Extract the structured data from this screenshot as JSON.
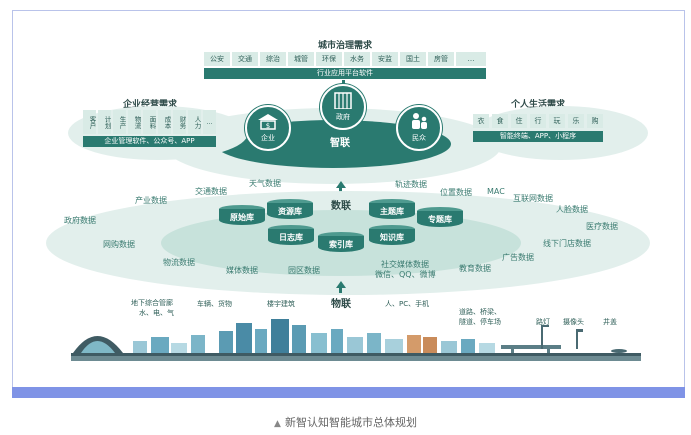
{
  "top": {
    "title": "城市治理需求",
    "cells": [
      "公安",
      "交通",
      "综治",
      "城管",
      "环保",
      "水务",
      "安监",
      "国土",
      "房管",
      "…"
    ],
    "bar": "行业应用平台软件"
  },
  "left": {
    "title": "企业经营需求",
    "cells": [
      "客户",
      "计划",
      "生产",
      "物流",
      "面料",
      "成本",
      "财务",
      "人力",
      "…"
    ],
    "bar": "企业管理软件、公众号、APP"
  },
  "right": {
    "title": "个人生活需求",
    "cells": [
      "衣",
      "食",
      "住",
      "行",
      "玩",
      "乐",
      "购"
    ],
    "bar": "智能终端、APP、小程序"
  },
  "circles": {
    "enterprise": "企业",
    "government": "政府",
    "citizen": "民众"
  },
  "zhilian": "智联",
  "shulian": "数联",
  "wulian": "物联",
  "databases": [
    "原始库",
    "资源库",
    "日志库",
    "索引库",
    "主题库",
    "知识库",
    "专题库"
  ],
  "data_sources": [
    "天气数据",
    "交通数据",
    "轨迹数据",
    "位置数据",
    "MAC",
    "产业数据",
    "互联网数据",
    "人脸数据",
    "政府数据",
    "医疗数据",
    "网购数据",
    "线下门店数据",
    "物流数据",
    "广告数据",
    "媒体数据",
    "园区数据",
    "社交媒体数据",
    "微信、QQ、微博",
    "教育数据"
  ],
  "iot": {
    "utility": "地下综合管廊",
    "utility_sub": "水、电、气",
    "vehicles": "车辆、货物",
    "buildings": "楼宇建筑",
    "devices": "人、PC、手机",
    "roads": "道路、桥梁、",
    "roads2": "隧道、停车场",
    "lights": "路灯",
    "camera": "摄像头",
    "manhole": "井盖"
  },
  "caption": "新智认知智能城市总体规划",
  "colors": {
    "primary": "#2a7a70",
    "light": "#d9ebe6",
    "ellipse": "#e2efec",
    "accent_bar": "#7f93e6"
  }
}
